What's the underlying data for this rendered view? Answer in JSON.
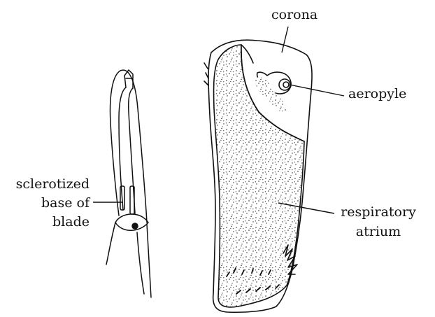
{
  "labels": {
    "corona": "corona",
    "aeropyle": "aeropyle",
    "sclerotized_line1": "sclerotized",
    "sclerotized_line2": "base of",
    "sclerotized_line3": "blade",
    "respiratory_line1": "respiratory",
    "respiratory_line2": "atrium"
  },
  "colors": {
    "ink": "#111111",
    "background": "#ffffff"
  }
}
